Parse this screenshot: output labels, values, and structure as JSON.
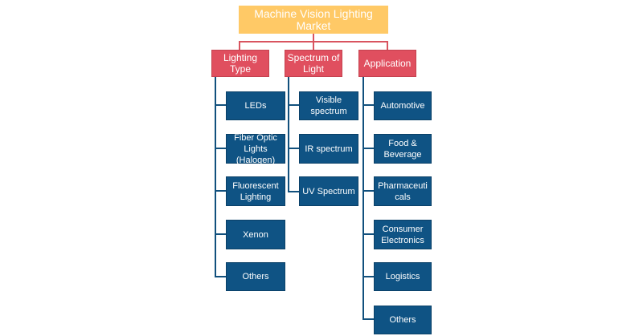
{
  "title": "Machine Vision Lighting Market",
  "categories": [
    {
      "label": "Lighting Type",
      "items": [
        "LEDs",
        "Fiber Optic Lights (Halogen)",
        "Fluorescent Lighting",
        "Xenon",
        "Others"
      ]
    },
    {
      "label": "Spectrum of Light",
      "items": [
        "Visible spectrum",
        "IR spectrum",
        "UV Spectrum"
      ]
    },
    {
      "label": "Application",
      "items": [
        "Automotive",
        "Food & Beverage",
        "Pharmaceuticals",
        "Consumer Electronics",
        "Logistics",
        "Others"
      ]
    }
  ],
  "colors": {
    "title_bg": "#ffc966",
    "category_bg": "#e04f5f",
    "leaf_bg": "#0f5384"
  }
}
